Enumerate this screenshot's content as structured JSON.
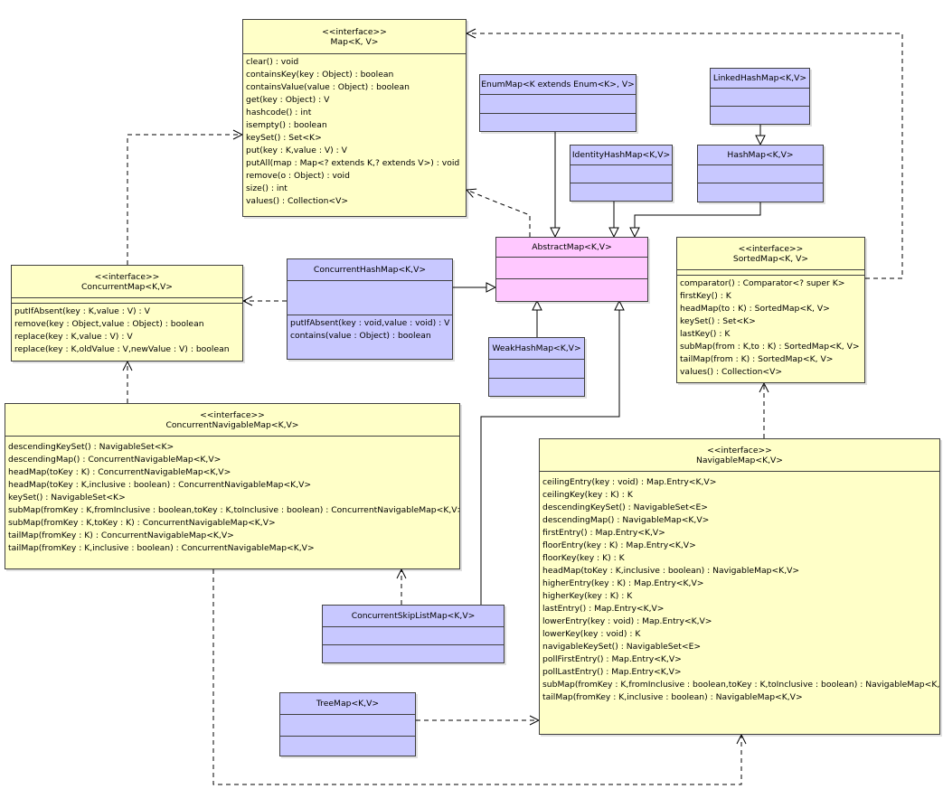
{
  "diagram": {
    "map": {
      "stereotype": "<<interface>>",
      "name": "Map<K, V>",
      "operations": [
        "clear() : void",
        "containsKey(key : Object) : boolean",
        "containsValue(value : Object) : boolean",
        "get(key : Object) : V",
        "hashcode() : int",
        "isempty() : boolean",
        "keySet() : Set<K>",
        "put(key : K,value : V) : V",
        "putAll(map : Map<? extends K,? extends V>) : void",
        "remove(o : Object) : void",
        "size() : int",
        "values() : Collection<V>"
      ]
    },
    "enumMap": {
      "name": "EnumMap<K extends Enum<K>, V>"
    },
    "linkedHashMap": {
      "name": "LinkedHashMap<K,V>"
    },
    "identityHashMap": {
      "name": "IdentityHashMap<K,V>"
    },
    "hashMap": {
      "name": "HashMap<K,V>"
    },
    "abstractMap": {
      "name": "AbstractMap<K,V>"
    },
    "sortedMap": {
      "stereotype": "<<interface>>",
      "name": "SortedMap<K, V>",
      "operations": [
        "comparator() : Comparator<? super K>",
        "firstKey() : K",
        "headMap(to : K) : SortedMap<K, V>",
        "keySet() : Set<K>",
        "lastKey() : K",
        "subMap(from : K,to : K) : SortedMap<K, V>",
        "tailMap(from : K) : SortedMap<K, V>",
        "values() : Collection<V>"
      ]
    },
    "concurrentMap": {
      "stereotype": "<<interface>>",
      "name": "ConcurrentMap<K,V>",
      "operations": [
        "putIfAbsent(key : K,value : V) : V",
        "remove(key : Object,value : Object) : boolean",
        "replace(key : K,value : V) : V",
        "replace(key : K,oldValue : V,newValue : V) : boolean"
      ]
    },
    "concurrentHashMap": {
      "name": "ConcurrentHashMap<K,V>",
      "operations": [
        "putIfAbsent(key : void,value : void) : V",
        "contains(value : Object) : boolean"
      ]
    },
    "weakHashMap": {
      "name": "WeakHashMap<K,V>"
    },
    "concurrentNavigableMap": {
      "stereotype": "<<interface>>",
      "name": "ConcurrentNavigableMap<K,V>",
      "operations": [
        "descendingKeySet() : NavigableSet<K>",
        "descendingMap() : ConcurrentNavigableMap<K,V>",
        "headMap(toKey : K) : ConcurrentNavigableMap<K,V>",
        "headMap(toKey : K,inclusive : boolean) : ConcurrentNavigableMap<K,V>",
        "keySet() : NavigableSet<K>",
        "subMap(fromKey : K,fromInclusive : boolean,toKey : K,toInclusive : boolean) : ConcurrentNavigableMap<K,V>",
        "subMap(fromKey : K,toKey : K) : ConcurrentNavigableMap<K,V>",
        "tailMap(fromKey : K) : ConcurrentNavigableMap<K,V>",
        "tailMap(fromKey : K,inclusive : boolean) : ConcurrentNavigableMap<K,V>"
      ]
    },
    "navigableMap": {
      "stereotype": "<<interface>>",
      "name": "NavigableMap<K,V>",
      "operations": [
        "ceilingEntry(key : void) : Map.Entry<K,V>",
        "ceilingKey(key : K) : K",
        "descendingKeySet() : NavigableSet<E>",
        "descendingMap() : NavigableMap<K,V>",
        "firstEntry() : Map.Entry<K,V>",
        "floorEntry(key : K) : Map.Entry<K,V>",
        "floorKey(key : K) : K",
        "headMap(toKey : K,inclusive : boolean) : NavigableMap<K,V>",
        "higherEntry(key : K) : Map.Entry<K,V>",
        "higherKey(key : K) : K",
        "lastEntry() : Map.Entry<K,V>",
        "lowerEntry(key : void) : Map.Entry<K,V>",
        "lowerKey(key : void) : K",
        "navigableKeySet() : NavigableSet<E>",
        "pollFirstEntry() : Map.Entry<K,V>",
        "pollLastEntry() : Map.Entry<K,V>",
        "subMap(fromKey : K,fromInclusive : boolean,toKey : K,toInclusive : boolean) : NavigableMap<K,V>",
        "tailMap(fromKey : K,inclusive : boolean) : NavigableMap<K,V>"
      ]
    },
    "concurrentSkipListMap": {
      "name": "ConcurrentSkipListMap<K,V>"
    },
    "treeMap": {
      "name": "TreeMap<K,V>"
    }
  }
}
